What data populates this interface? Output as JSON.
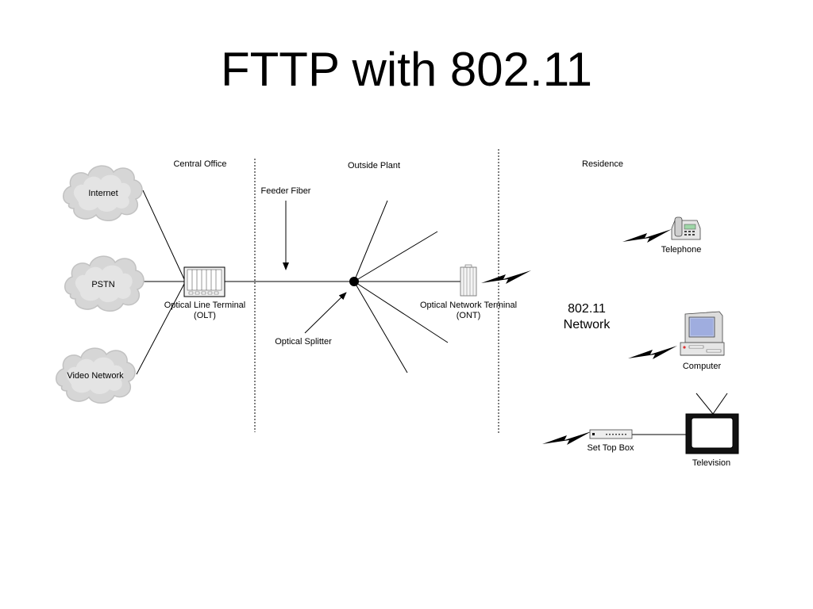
{
  "title": "FTTP with 802.11",
  "zones": {
    "central_office": "Central Office",
    "outside_plant": "Outside Plant",
    "residence": "Residence"
  },
  "sources": {
    "internet": "Internet",
    "pstn": "PSTN",
    "video_network": "Video Network"
  },
  "olt": {
    "line1": "Optical Line Terminal",
    "line2": "(OLT)"
  },
  "feeder_fiber": "Feeder Fiber",
  "optical_splitter": "Optical Splitter",
  "ont": {
    "line1": "Optical Network Terminal",
    "line2": "(ONT)"
  },
  "network": {
    "line1": "802.11",
    "line2": "Network"
  },
  "devices": {
    "telephone": "Telephone",
    "computer": "Computer",
    "set_top_box": "Set Top Box",
    "television": "Television"
  },
  "colors": {
    "line": "#000000",
    "cloud": "#d9d9d9",
    "screen": "#b8c4e8",
    "screen_dark": "#6a7cbf",
    "device": "#e6e6e6"
  }
}
